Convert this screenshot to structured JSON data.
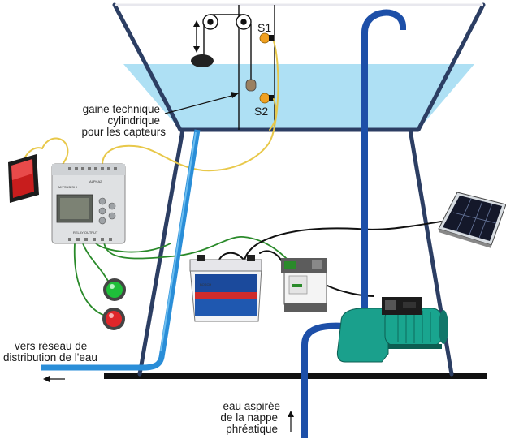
{
  "labels": {
    "gaine_line1": "gaine technique",
    "gaine_line2": "cylindrique",
    "gaine_line3": "pour les capteurs",
    "sensor_s1": "S1",
    "sensor_s2": "S2",
    "reseau_line1": "vers réseau de",
    "reseau_line2": "distribution de l'eau",
    "nappe_line1": "eau aspirée",
    "nappe_line2": "de la nappe",
    "nappe_line3": "phréatique"
  },
  "device_text": {
    "plc_brand": "MITSUBISHI",
    "plc_model": "ALPHA2",
    "plc_output": "RELAY OUTPUT",
    "battery_brand": "BOSCH"
  },
  "colors": {
    "water": "#aee0f4",
    "pipe_blue": "#2a8ed8",
    "pipe_dark_blue": "#1d4fa8",
    "wire_yellow": "#e8c84a",
    "wire_green": "#2a8a2a",
    "wire_black": "#111111",
    "pump_green": "#1aa08c",
    "lamp_green": "#1fbf3a",
    "lamp_red": "#e0262a",
    "sensor_orange": "#f0a020"
  }
}
